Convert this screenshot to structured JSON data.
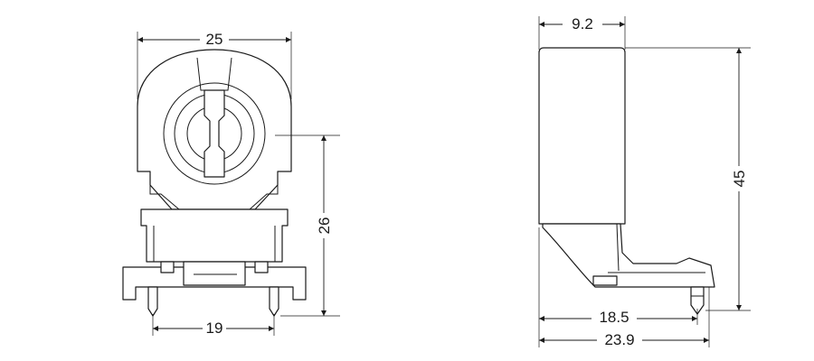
{
  "dimensions": {
    "front_width": "25",
    "front_height": "26",
    "front_pin_spacing": "19",
    "side_width": "9.2",
    "side_height": "45",
    "side_base_depth": "18.5",
    "side_total_depth": "23.9"
  },
  "colors": {
    "line": "#1a1a1a",
    "background": "#ffffff"
  }
}
